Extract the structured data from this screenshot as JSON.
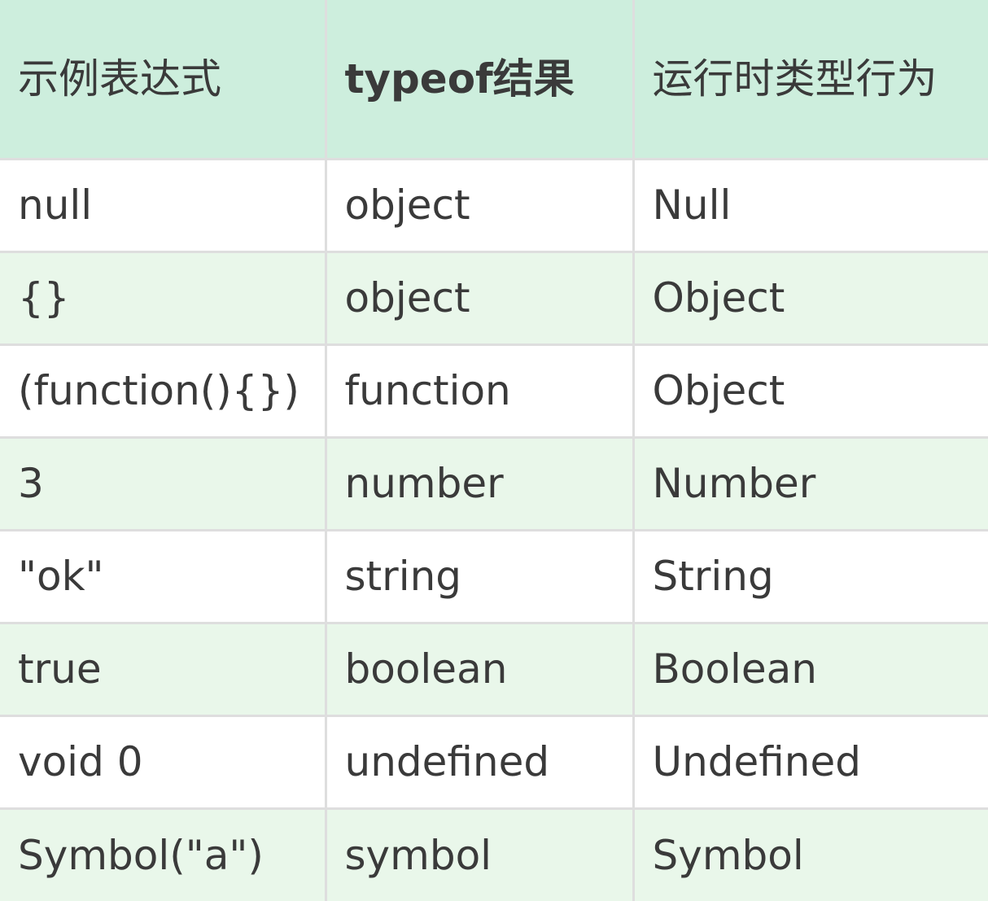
{
  "table": {
    "headers": [
      "示例表达式",
      "typeof结果",
      "运行时类型行为"
    ],
    "rows": [
      [
        "null",
        "object",
        "Null"
      ],
      [
        "{}",
        "object",
        "Object"
      ],
      [
        "(function(){})",
        "function",
        "Object"
      ],
      [
        "3",
        "number",
        "Number"
      ],
      [
        "\"ok\"",
        "string",
        "String"
      ],
      [
        "true",
        "boolean",
        "Boolean"
      ],
      [
        "void 0",
        "undefined",
        "Undefined"
      ],
      [
        "Symbol(\"a\")",
        "symbol",
        "Symbol"
      ]
    ]
  },
  "colors": {
    "header_bg": "#cdeedd",
    "row_alt_bg": "#e9f7ea",
    "row_bg": "#ffffff",
    "border": "#dedede",
    "text": "#3a3a3a"
  }
}
